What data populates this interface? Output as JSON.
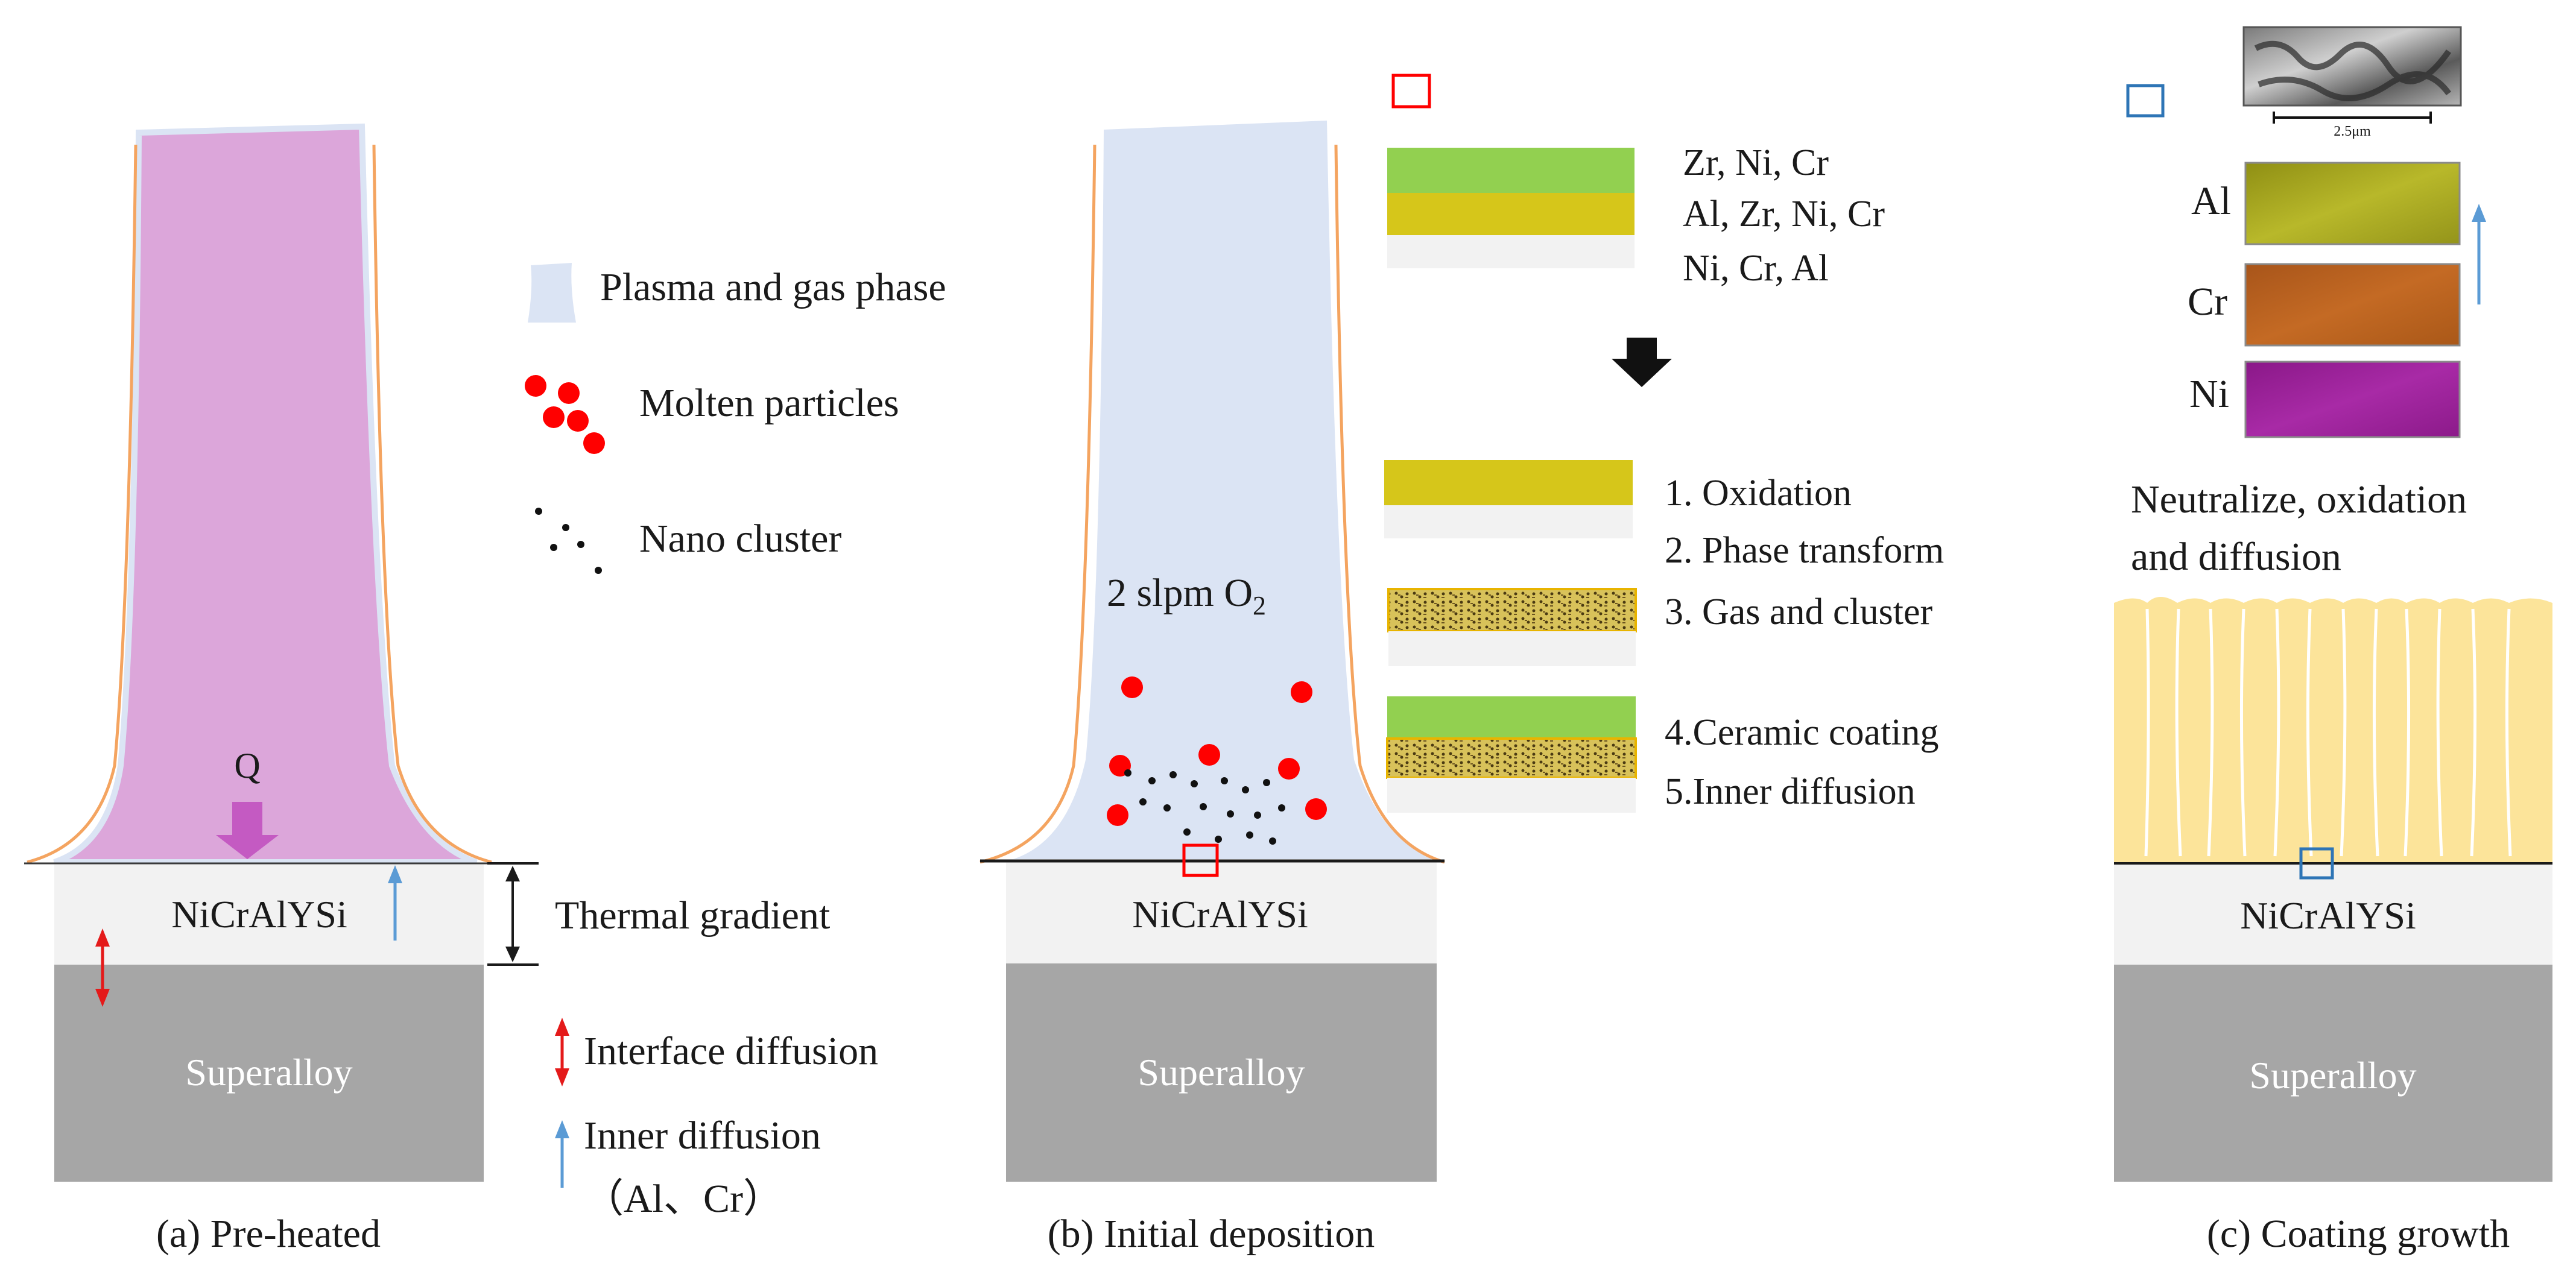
{
  "panels": {
    "a": {
      "caption": "(a) Pre-heated",
      "bond_coat": "NiCrAlYSi",
      "substrate": "Superalloy",
      "heat_label": "Q"
    },
    "b": {
      "caption": "(b) Initial deposition",
      "bond_coat": "NiCrAlYSi",
      "substrate": "Superalloy",
      "gas_label_main": "2 slpm O",
      "gas_label_sub": "2"
    },
    "c": {
      "caption": "(c) Coating growth",
      "bond_coat": "NiCrAlYSi",
      "substrate": "Superalloy",
      "note_line1": "Neutralize, oxidation",
      "note_line2": "and diffusion",
      "scale_bar": "2.5μm",
      "maps": [
        "Al",
        "Cr",
        "Ni"
      ]
    }
  },
  "legend": {
    "plasma": "Plasma and gas phase",
    "molten": "Molten particles",
    "nano": "Nano cluster",
    "thermal": "Thermal gradient",
    "interface": "Interface diffusion",
    "inner": "Inner diffusion",
    "inner_elements": "（Al、Cr）"
  },
  "layers": {
    "top_elements": [
      "Zr, Ni, Cr",
      "Al, Zr, Ni, Cr",
      "Ni, Cr, Al"
    ],
    "steps": [
      "1. Oxidation",
      "2. Phase transform",
      "3. Gas and cluster",
      "4.Ceramic coating",
      "5.Inner diffusion"
    ]
  },
  "colors": {
    "plasma_pink": "#dca6da",
    "plasma_blue": "#dbe4f4",
    "bond_coat": "#f2f2f2",
    "substrate": "#a6a6a6",
    "green": "#92d050",
    "yellow": "#d6c61a",
    "ceramic": "#fce49a",
    "particle": "#ff0000",
    "highlight_red": "#ff0000",
    "highlight_blue": "#2e75b6",
    "flame_outline": "#f4a460",
    "heat_arrow": "#c45ac2",
    "al_map": "#a3a31c",
    "cr_map": "#b8621a",
    "ni_map": "#9a1f9a"
  }
}
